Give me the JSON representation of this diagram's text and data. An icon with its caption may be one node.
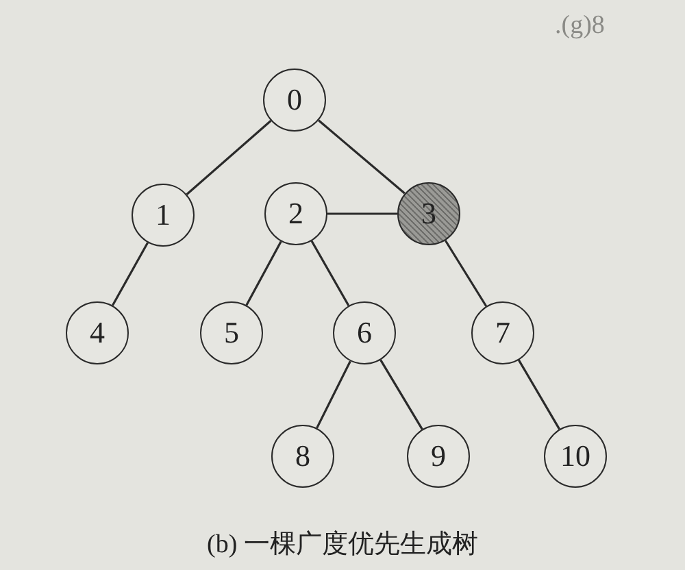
{
  "diagram": {
    "caption": "(b) 一棵广度优先生成树",
    "nodes": [
      {
        "text": [
          "0"
        ]
      },
      {
        "text": [
          "1"
        ]
      },
      {
        "text": [
          "2"
        ]
      },
      {
        "text": [
          "3"
        ]
      },
      {
        "text": [
          "4"
        ]
      },
      {
        "text": [
          "5"
        ]
      },
      {
        "text": [
          "6"
        ]
      },
      {
        "text": [
          "7"
        ]
      },
      {
        "text": [
          "8"
        ]
      },
      {
        "text": [
          "9"
        ]
      },
      {
        "text": [
          "10"
        ]
      }
    ],
    "edges": [
      {
        "from": 0,
        "to": 1,
        "arrow": "none"
      },
      {
        "from": 0,
        "to": 3,
        "arrow": "none"
      },
      {
        "from": 1,
        "to": 4,
        "arrow": "none"
      },
      {
        "from": 2,
        "to": 3,
        "arrow": "none"
      },
      {
        "from": 2,
        "to": 5,
        "arrow": "none"
      },
      {
        "from": 2,
        "to": 6,
        "arrow": "none"
      },
      {
        "from": 3,
        "to": 7,
        "arrow": "none"
      },
      {
        "from": 6,
        "to": 8,
        "arrow": "none"
      },
      {
        "from": 6,
        "to": 9,
        "arrow": "none"
      },
      {
        "from": 7,
        "to": 10,
        "arrow": "none"
      }
    ],
    "labels": [
      ".(g)8"
    ]
  }
}
